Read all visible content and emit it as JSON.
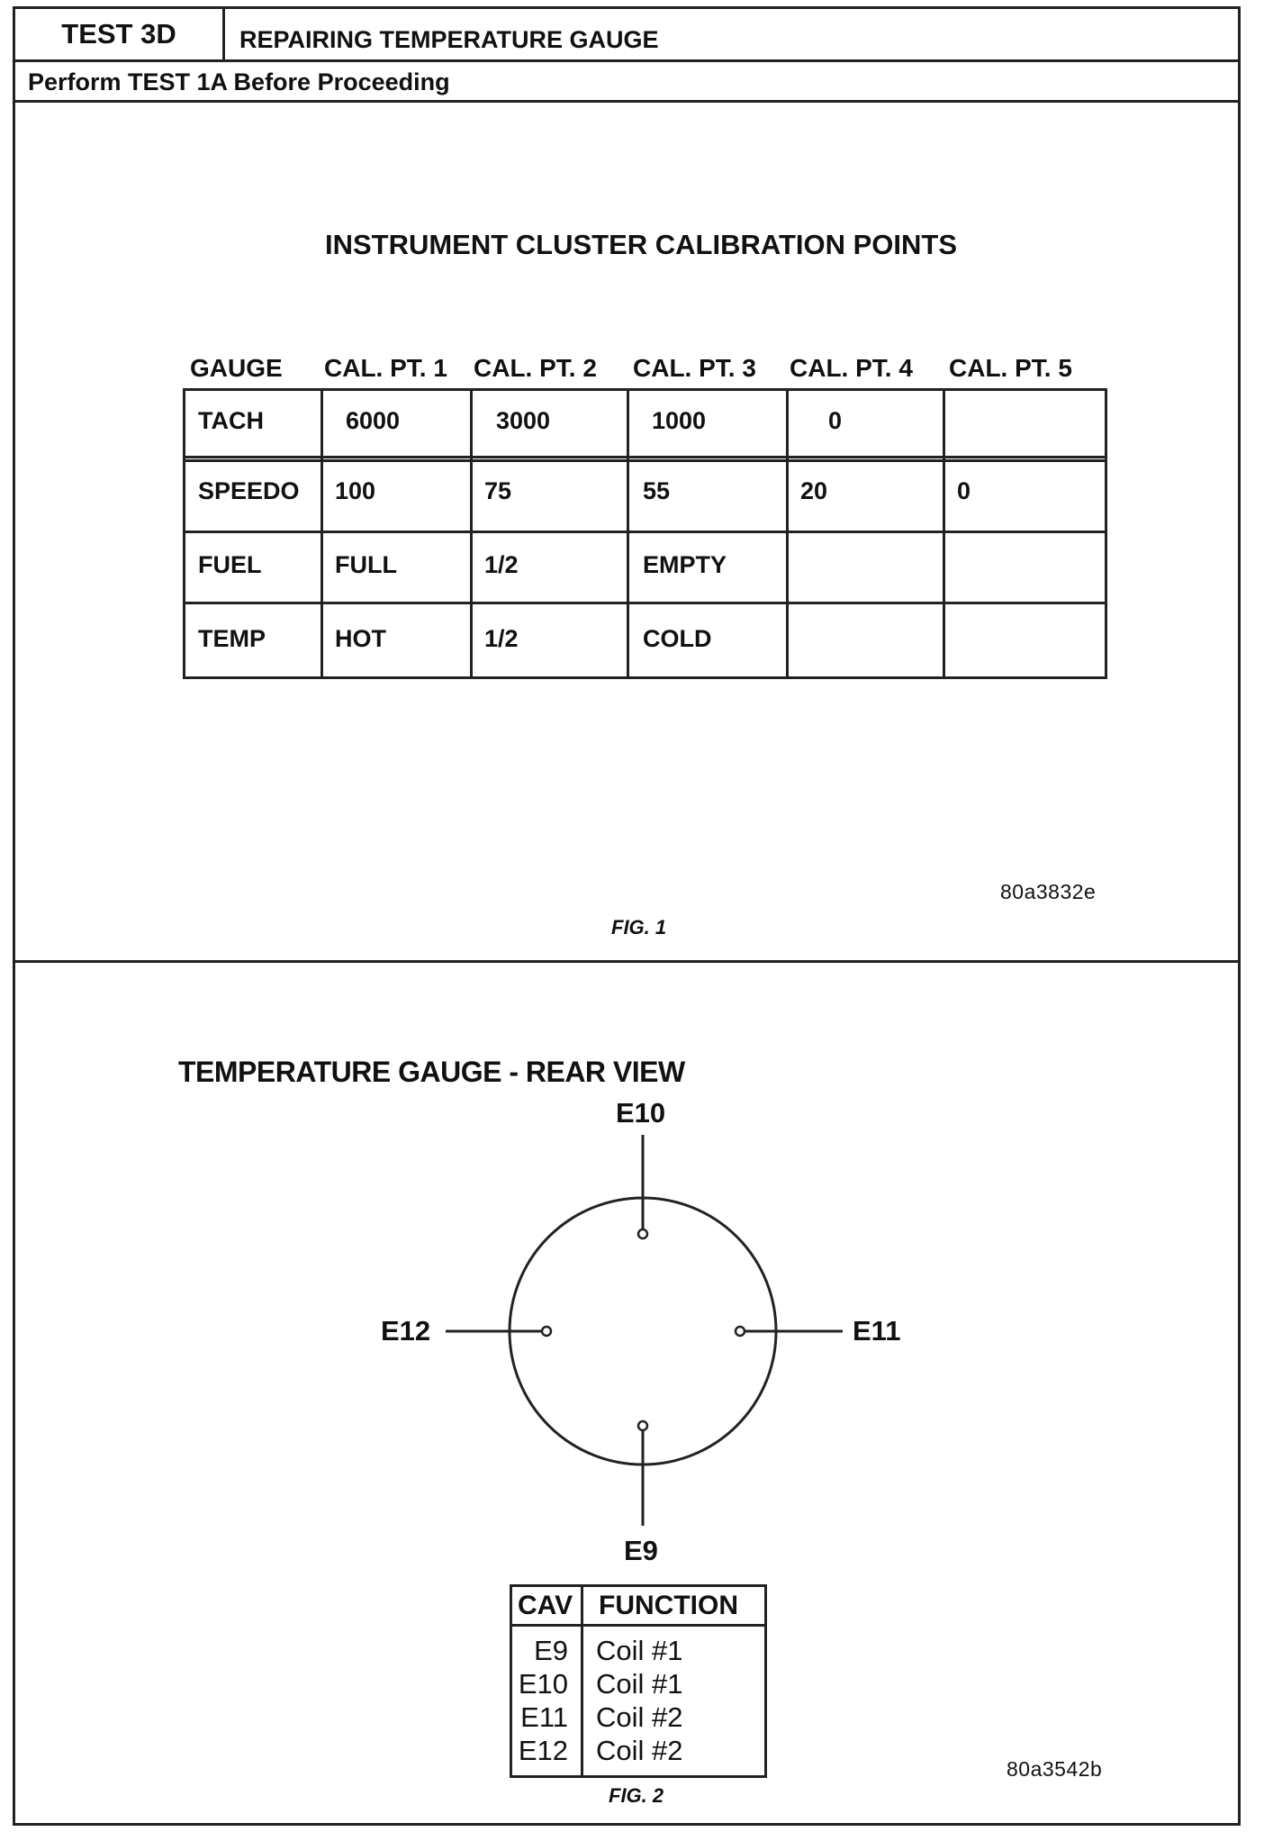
{
  "header": {
    "test_id": "TEST 3D",
    "test_title": "REPAIRING TEMPERATURE GAUGE",
    "prerequisite": "Perform TEST 1A Before Proceeding"
  },
  "fig1": {
    "title": "INSTRUMENT CLUSTER CALIBRATION POINTS",
    "column_headers": [
      "GAUGE",
      "CAL. PT. 1",
      "CAL. PT. 2",
      "CAL. PT. 3",
      "CAL. PT. 4",
      "CAL. PT. 5"
    ],
    "rows": [
      [
        "TACH",
        "6000",
        "3000",
        "1000",
        "0",
        ""
      ],
      [
        "SPEEDO",
        "100",
        "75",
        "55",
        "20",
        "0"
      ],
      [
        "FUEL",
        "FULL",
        "1/2",
        "EMPTY",
        "",
        ""
      ],
      [
        "TEMP",
        "HOT",
        "1/2",
        "COLD",
        "",
        ""
      ]
    ],
    "ref_code": "80a3832e",
    "caption": "FIG. 1"
  },
  "fig2": {
    "title": "TEMPERATURE GAUGE - REAR VIEW",
    "pins": {
      "top": "E10",
      "right": "E11",
      "bottom": "E9",
      "left": "E12"
    },
    "cav_table": {
      "headers": [
        "CAV",
        "FUNCTION"
      ],
      "rows": [
        [
          "E9",
          "Coil #1"
        ],
        [
          "E10",
          "Coil #1"
        ],
        [
          "E11",
          "Coil #2"
        ],
        [
          "E12",
          "Coil #2"
        ]
      ]
    },
    "ref_code": "80a3542b",
    "caption": "FIG. 2"
  }
}
